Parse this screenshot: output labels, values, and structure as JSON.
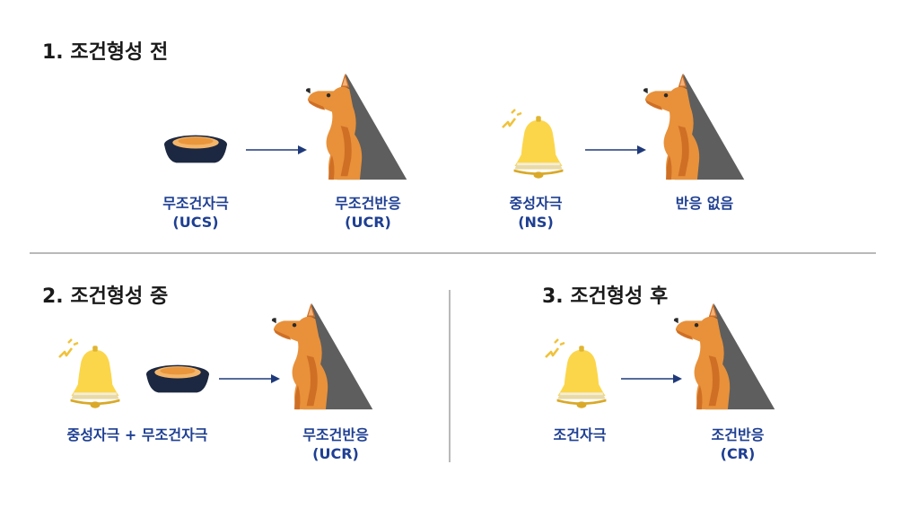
{
  "section1": {
    "title": "1. 조건형성 전",
    "ucs_label": "무조건자극",
    "ucs_abbr": "(UCS)",
    "ucr_label": "무조건반응",
    "ucr_abbr": "(UCR)",
    "ns_label": "중성자극",
    "ns_abbr": "(NS)",
    "no_response_label": "반응 없음"
  },
  "section2": {
    "title": "2. 조건형성 중",
    "pair_label": "중성자극 + 무조건자극",
    "ucr_label": "무조건반응",
    "ucr_abbr": "(UCR)"
  },
  "section3": {
    "title": "3. 조건형성 후",
    "cs_label": "조건자극",
    "cr_label": "조건반응",
    "cr_abbr": "(CR)"
  },
  "colors": {
    "label_blue": "#1e3f92",
    "arrow_navy": "#1e3a7a",
    "dog_orange": "#e8913a",
    "dog_dark": "#5e5e5e",
    "bell_yellow": "#fcd64a",
    "bowl_navy": "#1c2841"
  }
}
